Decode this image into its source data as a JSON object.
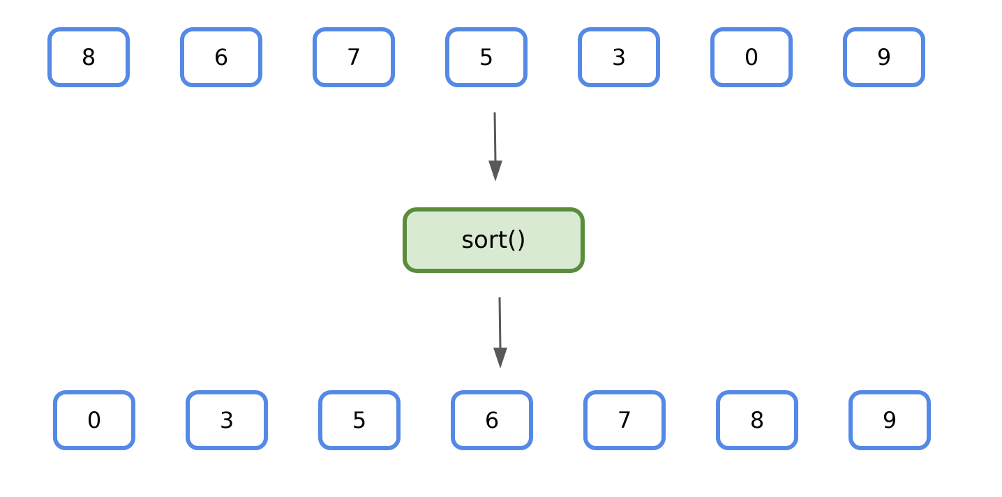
{
  "input_row": {
    "values": [
      "8",
      "6",
      "7",
      "5",
      "3",
      "0",
      "9"
    ]
  },
  "function_box": {
    "label": "sort()"
  },
  "output_row": {
    "values": [
      "0",
      "3",
      "5",
      "6",
      "7",
      "8",
      "9"
    ]
  },
  "colors": {
    "cell_border": "#5589e6",
    "function_border": "#5a8d3a",
    "function_fill": "#d9ead3",
    "arrow": "#595959"
  }
}
